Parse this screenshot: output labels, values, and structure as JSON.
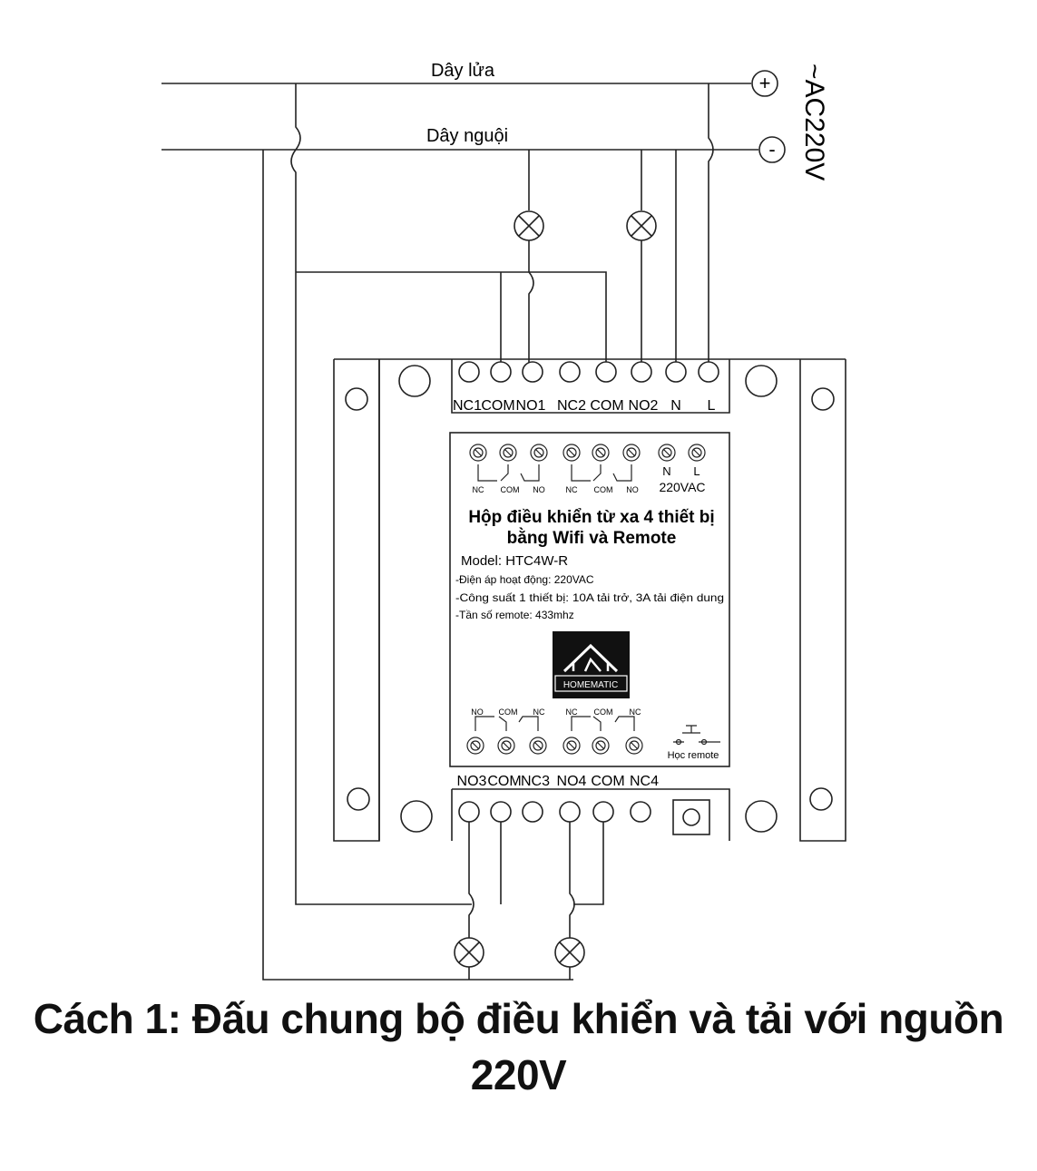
{
  "supply": {
    "live_label": "Dây lửa",
    "neutral_label": "Dây nguội",
    "plus_symbol": "+",
    "minus_symbol": "-",
    "voltage_label": "~AC220V"
  },
  "terminals_top": [
    "NC1",
    "COM",
    "NO1",
    "NC2",
    "COM",
    "NO2",
    "N",
    "L"
  ],
  "terminals_bottom": [
    "NO3",
    "COM",
    "NC3",
    "NO4",
    "COM",
    "NC4"
  ],
  "panel": {
    "top_small_labels": [
      "NC",
      "COM",
      "NO",
      "NC",
      "COM",
      "NO"
    ],
    "nl_labels": [
      "N",
      "L"
    ],
    "voltage": "220VAC",
    "title_line1": "Hộp điều khiển từ xa 4 thiết bị",
    "title_line2": "bằng Wifi và Remote",
    "model": "Model: HTC4W-R",
    "spec_voltage": "-Điện áp hoạt động: 220VAC",
    "spec_power": "-Công suất 1 thiết bị: 10A tải trở, 3A tải điện dung",
    "spec_freq": "-Tần số remote: 433mhz",
    "brand": "HOMEMATIC",
    "bottom_small_labels": [
      "NO",
      "COM",
      "NC",
      "NC",
      "COM",
      "NC"
    ],
    "learn_label": "Học remote"
  },
  "caption": {
    "line1": "Cách 1: Đấu chung bộ điều khiển và tải với nguồn",
    "line2": "220V"
  }
}
